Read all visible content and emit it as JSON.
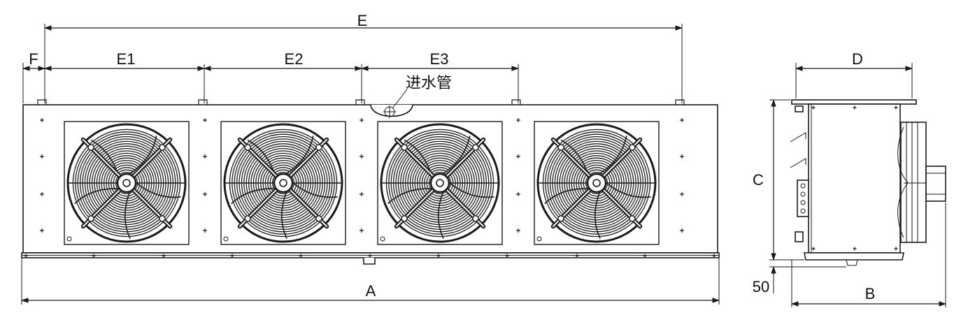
{
  "labels": {
    "A": "A",
    "B": "B",
    "C": "C",
    "D": "D",
    "E": "E",
    "E1": "E1",
    "E2": "E2",
    "E3": "E3",
    "F": "F",
    "dim_50": "50",
    "inlet": "进水管"
  },
  "fans": [
    {
      "name": "fan-1"
    },
    {
      "name": "fan-2"
    },
    {
      "name": "fan-3"
    },
    {
      "name": "fan-4"
    }
  ],
  "colors": {
    "line": "#1a1a1a",
    "background": "#ffffff"
  }
}
